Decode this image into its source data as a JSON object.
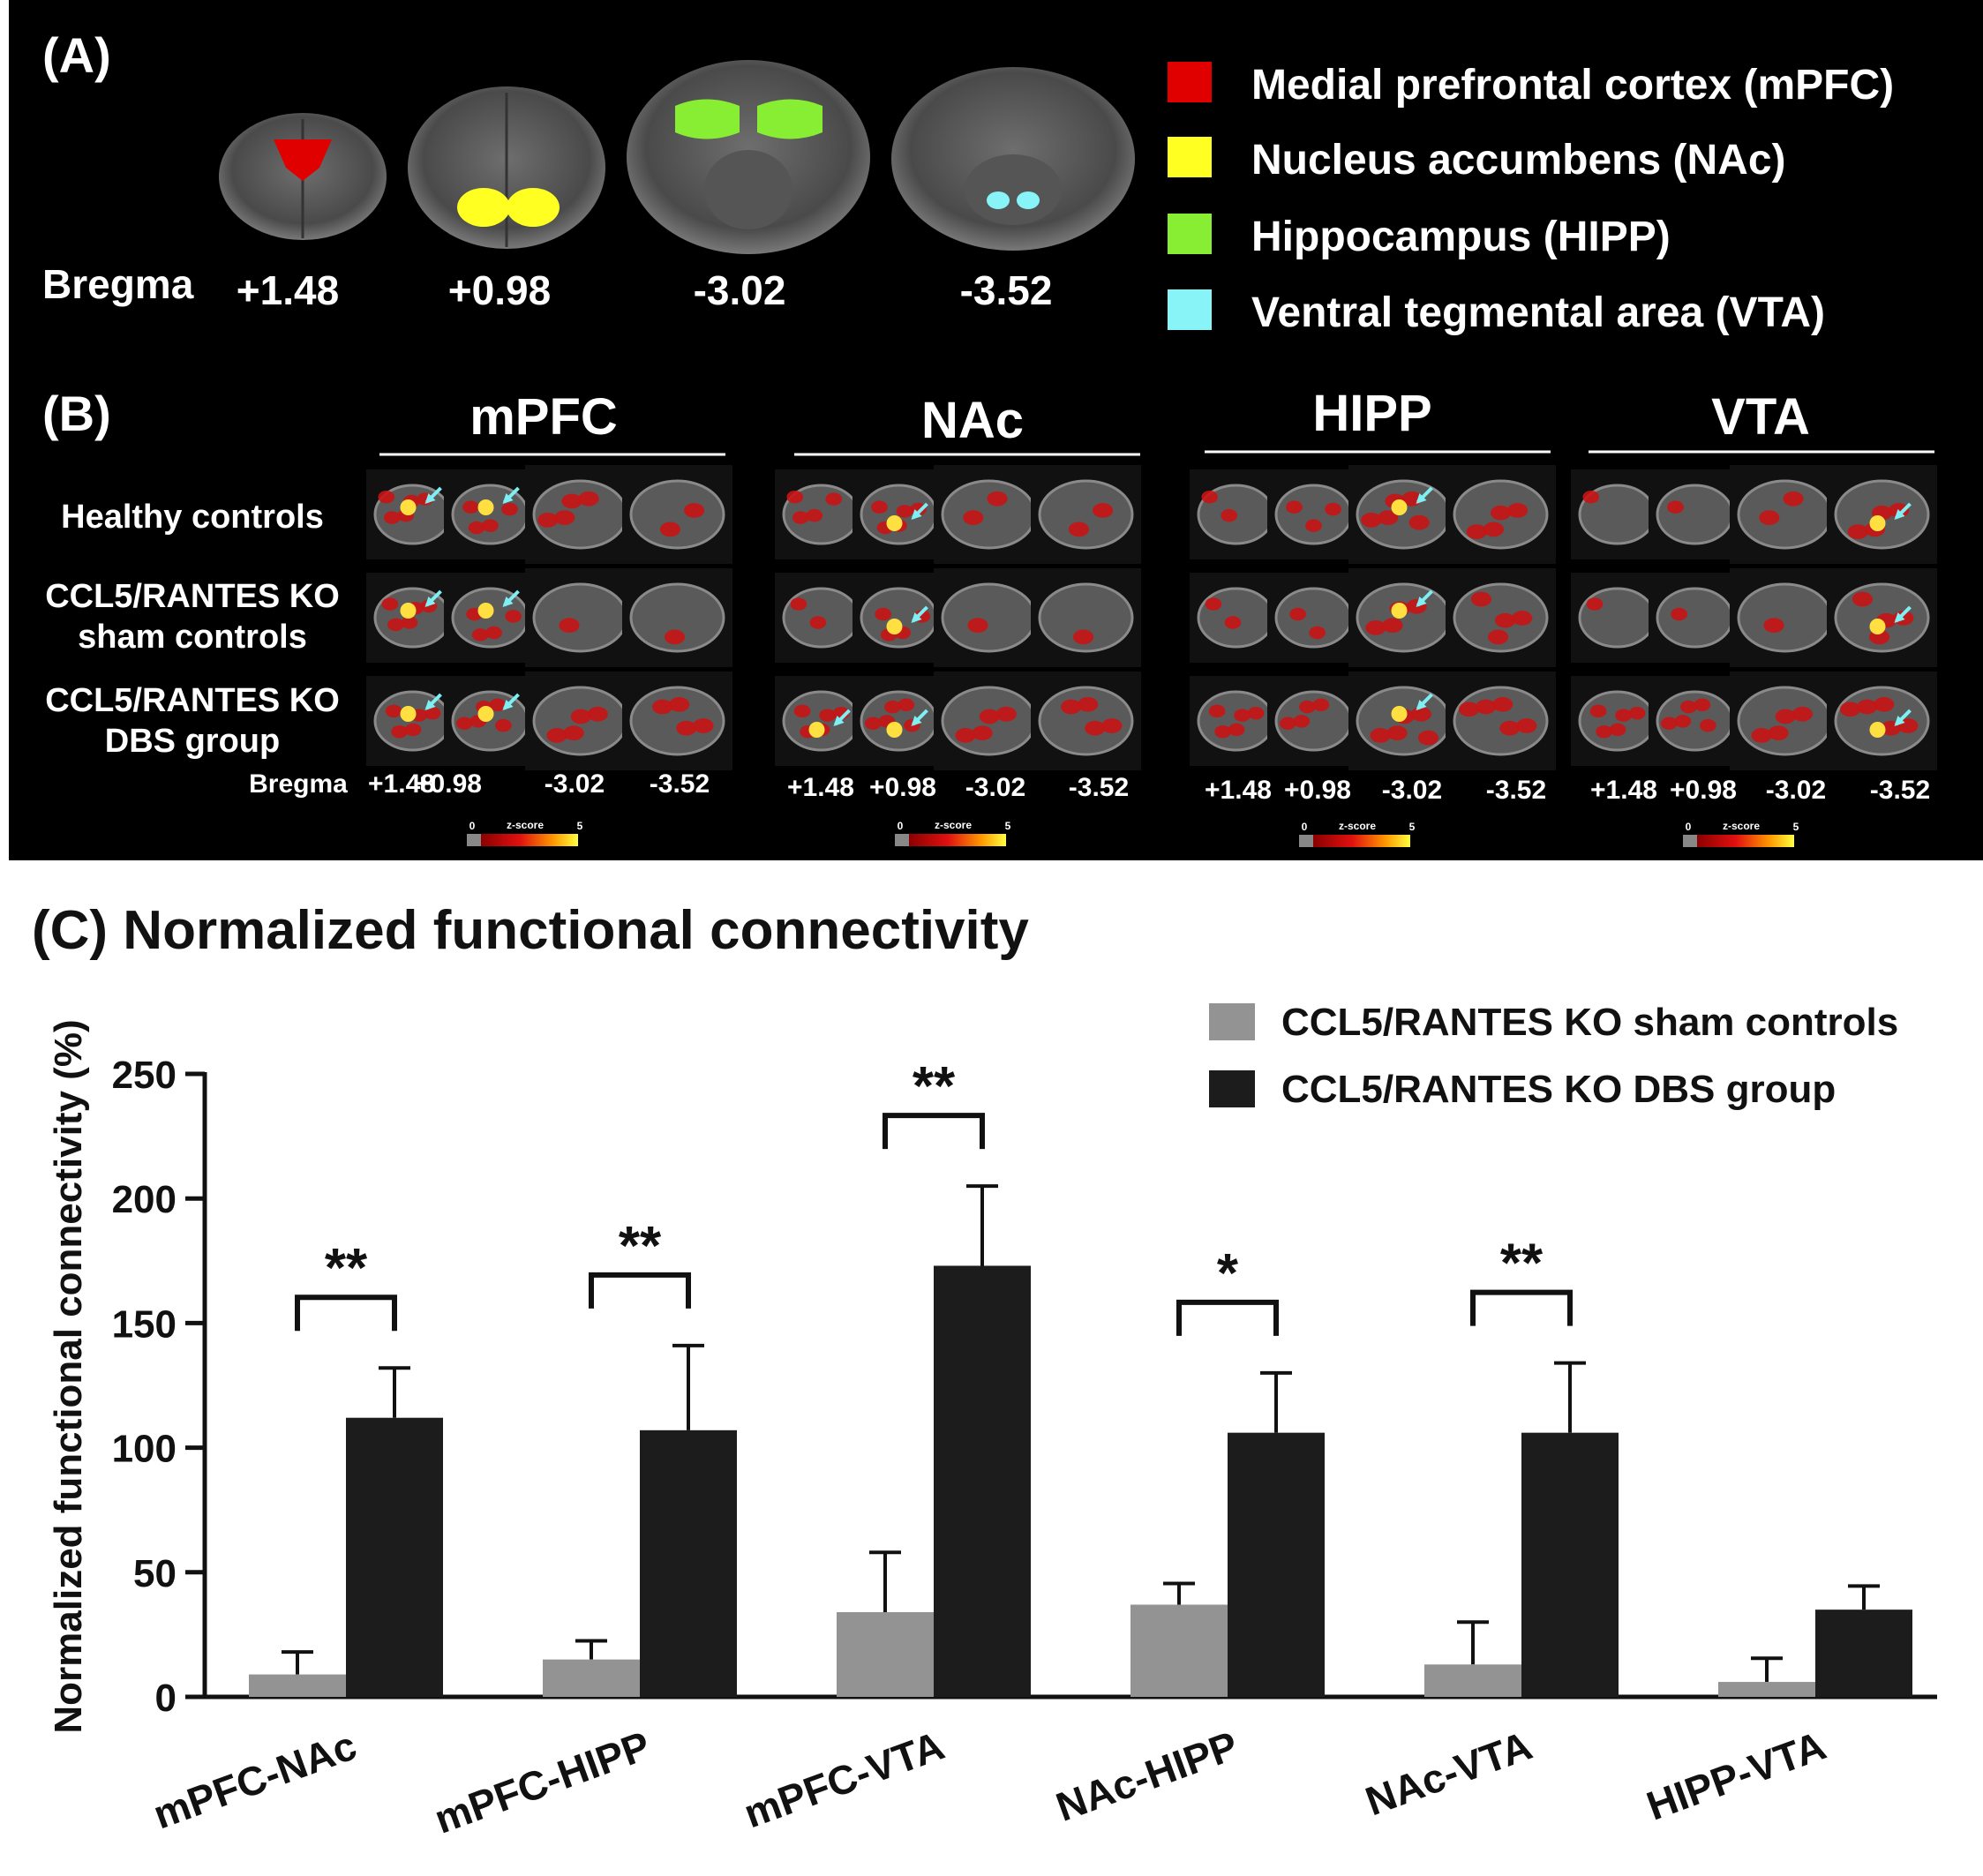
{
  "panel_a": {
    "label": "(A)",
    "bregma_word": "Bregma",
    "bregma_values": [
      "+1.48",
      "+0.98",
      "-3.02",
      "-3.52"
    ],
    "legend": [
      {
        "text": "Medial prefrontal cortex (mPFC)",
        "color": "#e00000"
      },
      {
        "text": "Nucleus accumbens (NAc)",
        "color": "#ffff22"
      },
      {
        "text": "Hippocampus (HIPP)",
        "color": "#88ee33"
      },
      {
        "text": "Ventral tegmental area (VTA)",
        "color": "#88f4f8"
      }
    ]
  },
  "panel_b": {
    "label": "(B)",
    "regions": [
      "mPFC",
      "NAc",
      "HIPP",
      "VTA"
    ],
    "rows": [
      "Healthy controls",
      "CCL5/RANTES KO",
      "sham controls",
      "CCL5/RANTES KO",
      "DBS group"
    ],
    "bregma_word": "Bregma",
    "bregma_values": [
      "+1.48",
      "+0.98",
      "-3.02",
      "-3.52"
    ],
    "colorbar": {
      "min": "0",
      "label": "z-score",
      "max": "5"
    }
  },
  "panel_c": {
    "title": "(C) Normalized functional connectivity"
  },
  "colors": {
    "sham": "#939393",
    "dbs": "#1c1c1c",
    "accent_arrow": "#7ef0f4"
  },
  "chart_data": {
    "type": "bar",
    "ylabel": "Normalized functional connectivity (%)",
    "xlabel": "",
    "ylim": [
      0,
      250
    ],
    "yticks": [
      "0",
      "50",
      "100",
      "150",
      "200",
      "250"
    ],
    "categories": [
      "mPFC-NAc",
      "mPFC-HIPP",
      "mPFC-VTA",
      "NAc-HIPP",
      "NAc-VTA",
      "HIPP-VTA"
    ],
    "series": [
      {
        "name": "CCL5/RANTES KO sham controls",
        "values": [
          9,
          15,
          34,
          37,
          13,
          6
        ],
        "errors": [
          9,
          7.5,
          24,
          8.5,
          17,
          9.5
        ],
        "color": "#939393"
      },
      {
        "name": "CCL5/RANTES KO DBS group",
        "values": [
          112,
          107,
          173,
          106,
          106,
          35
        ],
        "errors": [
          20,
          34,
          32,
          24,
          28,
          9.5
        ],
        "color": "#1c1c1c"
      }
    ],
    "significance": [
      "**",
      "**",
      "**",
      "*",
      "**",
      ""
    ],
    "legend_position": "top-right"
  }
}
